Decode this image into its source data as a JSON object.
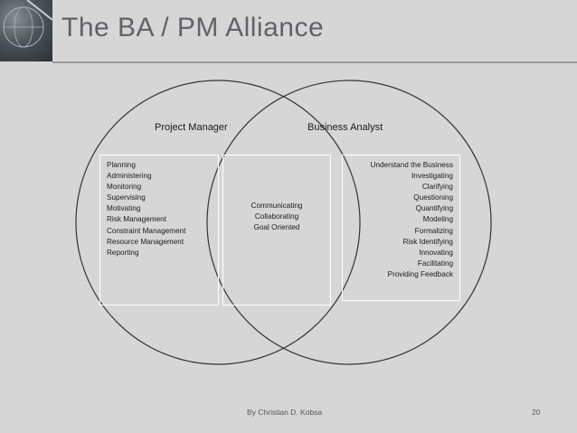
{
  "slide": {
    "title": "The BA / PM Alliance",
    "footer": "By Christian D. Kobsa",
    "page_number": "20"
  },
  "diagram": {
    "left_circle_label": "Project Manager",
    "right_circle_label": "Business Analyst",
    "left_items": [
      "Planning",
      "Administering",
      "Monitoring",
      "Supervising",
      "Motivating",
      "Risk Management",
      "Constraint Management",
      "Resource Management",
      "Reporting"
    ],
    "shared_items": [
      "Communicating",
      "Collaborating",
      "Goal Oriented"
    ],
    "right_items": [
      "Understand the Business",
      "Investigating",
      "Clarifying",
      "Questioning",
      "Quantifying",
      "Modeling",
      "Formalizing",
      "Risk Identifying",
      "Innovating",
      "Facilitating",
      "Providing Feedback"
    ]
  }
}
